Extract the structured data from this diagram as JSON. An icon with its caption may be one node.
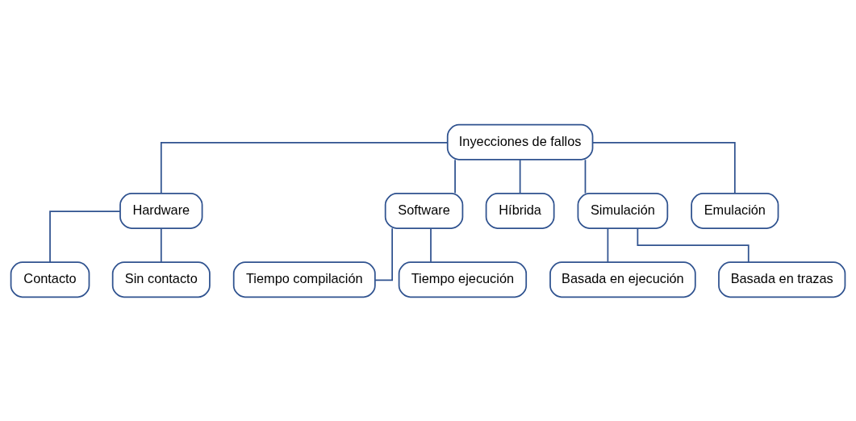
{
  "diagram": {
    "nodes": [
      {
        "text": [
          "Inyecciones de fallos"
        ]
      },
      {
        "text": [
          "Hardware"
        ]
      },
      {
        "text": [
          "Software"
        ]
      },
      {
        "text": [
          "Híbrida"
        ]
      },
      {
        "text": [
          "Simulación"
        ]
      },
      {
        "text": [
          "Emulación"
        ]
      },
      {
        "text": [
          "Contacto"
        ]
      },
      {
        "text": [
          "Sin contacto"
        ]
      },
      {
        "text": [
          "Tiempo compilación"
        ]
      },
      {
        "text": [
          "Tiempo ejecución"
        ]
      },
      {
        "text": [
          "Basada en ejecución"
        ]
      },
      {
        "text": [
          "Basada en trazas"
        ]
      }
    ],
    "edges": [
      {
        "from": 0,
        "to": 1,
        "arrow": "none"
      },
      {
        "from": 0,
        "to": 2,
        "arrow": "none"
      },
      {
        "from": 0,
        "to": 3,
        "arrow": "none"
      },
      {
        "from": 0,
        "to": 4,
        "arrow": "none"
      },
      {
        "from": 0,
        "to": 5,
        "arrow": "none"
      },
      {
        "from": 1,
        "to": 6,
        "arrow": "none"
      },
      {
        "from": 1,
        "to": 7,
        "arrow": "none"
      },
      {
        "from": 2,
        "to": 8,
        "arrow": "none"
      },
      {
        "from": 2,
        "to": 9,
        "arrow": "none"
      },
      {
        "from": 4,
        "to": 10,
        "arrow": "none"
      },
      {
        "from": 4,
        "to": 11,
        "arrow": "none"
      }
    ]
  }
}
